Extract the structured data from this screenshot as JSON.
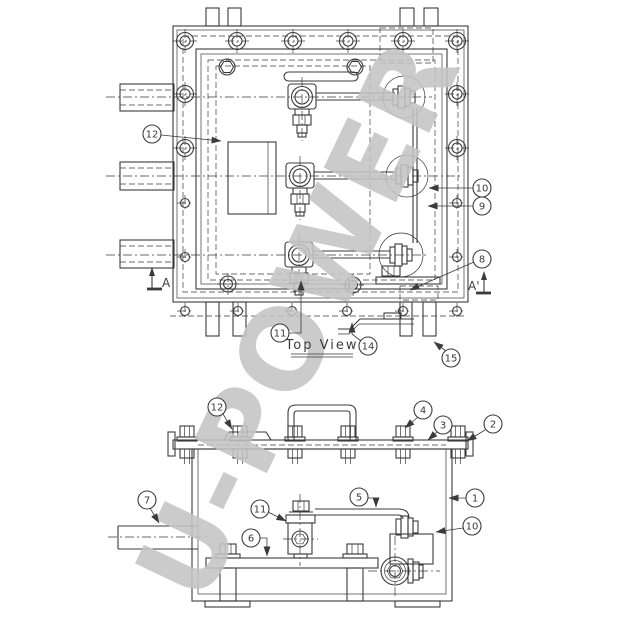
{
  "theme": {
    "background": "#ffffff",
    "line_color": "#3b3b3b",
    "watermark_color": "#c4c4c4"
  },
  "watermark": {
    "text": "U-POWER"
  },
  "top_view": {
    "title": "Top View",
    "section_label_left": "A",
    "section_label_right": "A'",
    "balloons": [
      {
        "label": "12"
      },
      {
        "label": "10"
      },
      {
        "label": "9"
      },
      {
        "label": "8"
      },
      {
        "label": "11"
      },
      {
        "label": "14"
      },
      {
        "label": "15"
      }
    ]
  },
  "side_view": {
    "balloons": [
      {
        "label": "12"
      },
      {
        "label": "4"
      },
      {
        "label": "3"
      },
      {
        "label": "2"
      },
      {
        "label": "7"
      },
      {
        "label": "1"
      },
      {
        "label": "5"
      },
      {
        "label": "11"
      },
      {
        "label": "6"
      },
      {
        "label": "10"
      }
    ]
  }
}
